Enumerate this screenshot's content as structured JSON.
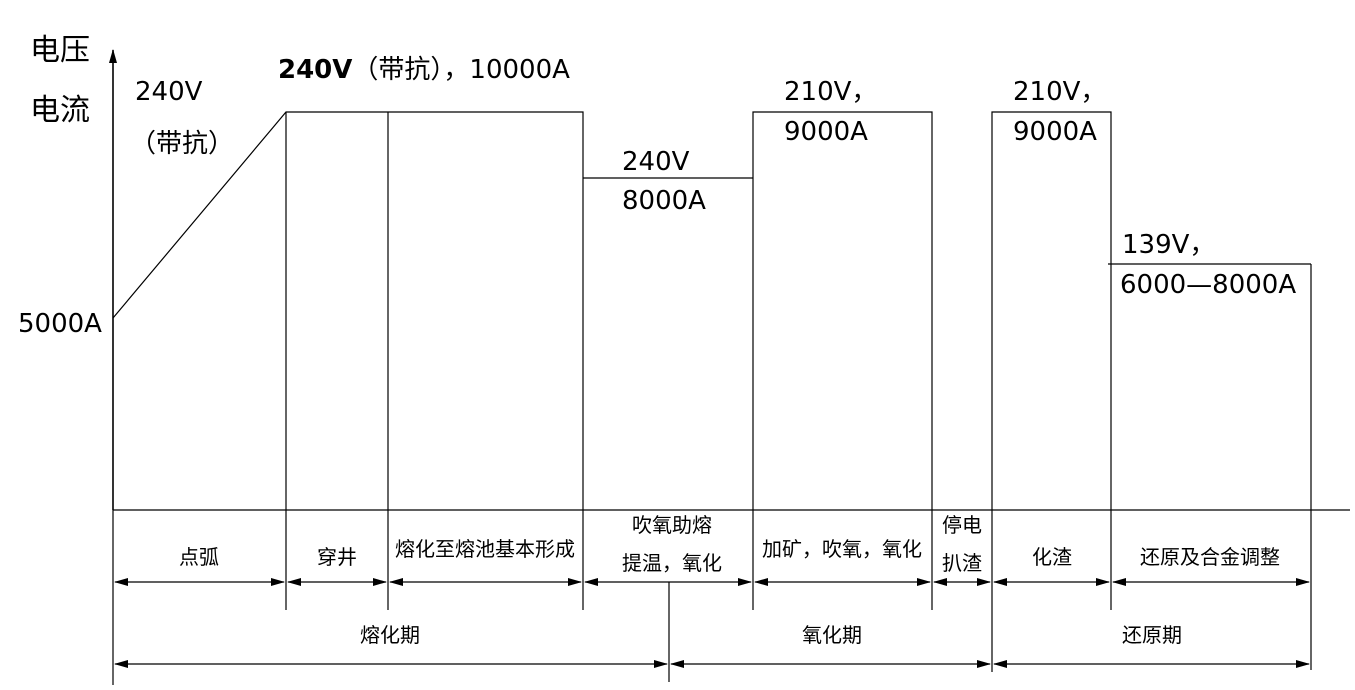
{
  "axis": {
    "y_label_line1": "电压",
    "y_label_line2": "电流",
    "start_value": "5000A"
  },
  "annotations": {
    "arc_line1": "240V",
    "arc_line2": "（带抗）",
    "bore_v": "240V",
    "bore_rest": "（带抗），10000A",
    "oxy_melt_line1": "240V",
    "oxy_melt_line2": "8000A",
    "oxidation_line1": "210V，",
    "oxidation_line2": "9000A",
    "slag_line1": "210V，",
    "slag_line2": "9000A",
    "reduction_line1": "139V，",
    "reduction_line2": "6000—8000A"
  },
  "steps": [
    {
      "label": "点弧"
    },
    {
      "label": "穿井"
    },
    {
      "label": "熔化至熔池基本形成"
    },
    {
      "label_line1": "吹氧助熔",
      "label_line2": "提温，氧化"
    },
    {
      "label": "加矿，吹氧，氧化"
    },
    {
      "label_line1": "停电",
      "label_line2": "扒渣"
    },
    {
      "label": "化渣"
    },
    {
      "label": "还原及合金调整"
    }
  ],
  "periods": [
    {
      "label": "熔化期"
    },
    {
      "label": "氧化期"
    },
    {
      "label": "还原期"
    }
  ]
}
